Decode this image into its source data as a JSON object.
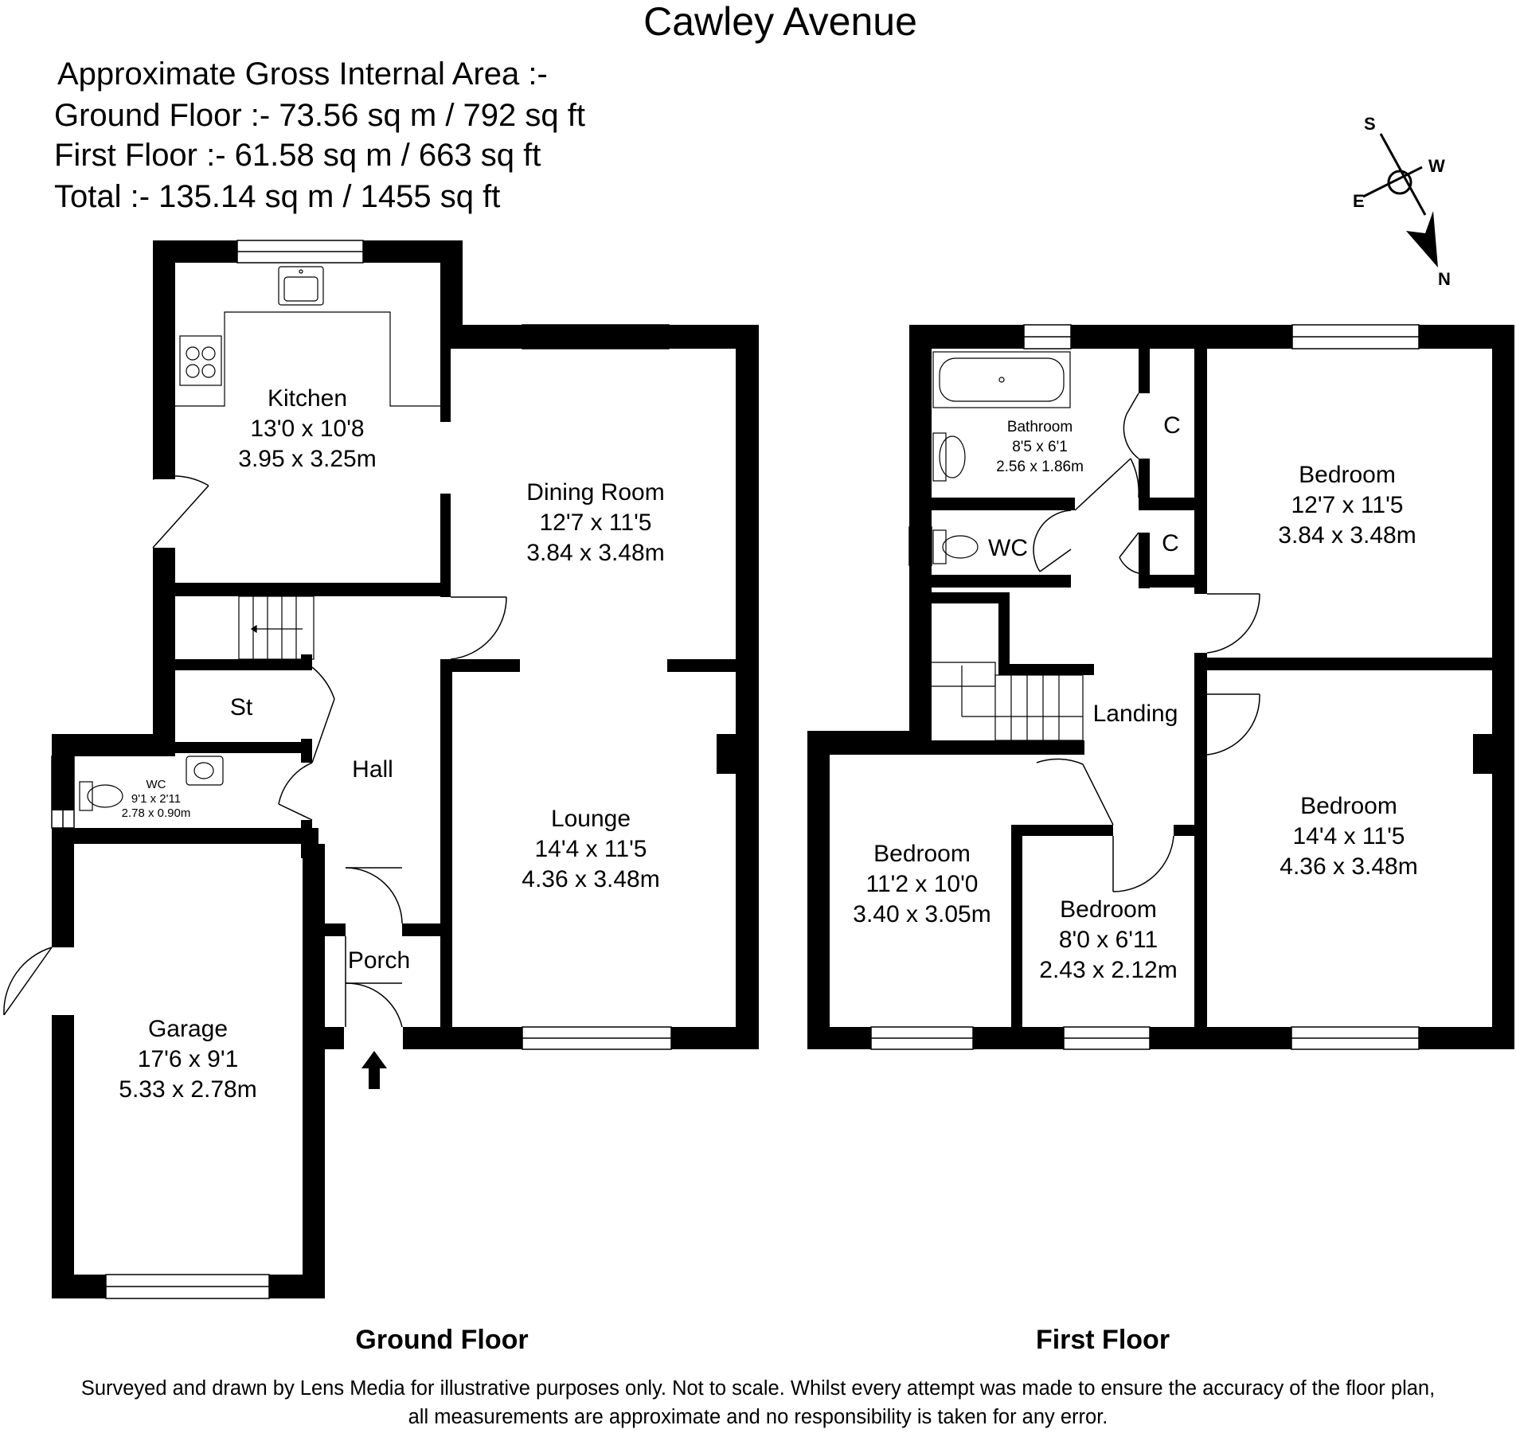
{
  "title": "Cawley Avenue",
  "area": {
    "heading": "Approximate Gross Internal Area :-",
    "ground": "Ground Floor :- 73.56 sq m / 792 sq ft",
    "first": "First Floor :- 61.58 sq m / 663 sq ft",
    "total": "Total :- 135.14 sq m / 1455 sq ft"
  },
  "compass": {
    "s": "S",
    "w": "W",
    "e": "E",
    "n": "N"
  },
  "ground_floor": {
    "label": "Ground Floor",
    "kitchen": {
      "name": "Kitchen",
      "imperial": "13'0 x 10'8",
      "metric": "3.95 x 3.25m"
    },
    "dining": {
      "name": "Dining Room",
      "imperial": "12'7 x 11'5",
      "metric": "3.84 x 3.48m"
    },
    "lounge": {
      "name": "Lounge",
      "imperial": "14'4 x 11'5",
      "metric": "4.36 x 3.48m"
    },
    "st": {
      "name": "St"
    },
    "hall": {
      "name": "Hall"
    },
    "wc": {
      "name": "WC",
      "imperial": "9'1 x 2'11",
      "metric": "2.78 x 0.90m"
    },
    "porch": {
      "name": "Porch"
    },
    "garage": {
      "name": "Garage",
      "imperial": "17'6 x 9'1",
      "metric": "5.33 x 2.78m"
    }
  },
  "first_floor": {
    "label": "First Floor",
    "bathroom": {
      "name": "Bathroom",
      "imperial": "8'5 x 6'1",
      "metric": "2.56 x 1.86m"
    },
    "cupboard1": {
      "name": "C"
    },
    "cupboard2": {
      "name": "C"
    },
    "wc": {
      "name": "WC"
    },
    "landing": {
      "name": "Landing"
    },
    "bedroom_tr": {
      "name": "Bedroom",
      "imperial": "12'7 x 11'5",
      "metric": "3.84 x 3.48m"
    },
    "bedroom_br": {
      "name": "Bedroom",
      "imperial": "14'4 x 11'5",
      "metric": "4.36 x 3.48m"
    },
    "bedroom_l": {
      "name": "Bedroom",
      "imperial": "11'2 x 10'0",
      "metric": "3.40 x 3.05m"
    },
    "bedroom_s": {
      "name": "Bedroom",
      "imperial": "8'0 x 6'11",
      "metric": "2.43 x 2.12m"
    }
  },
  "disclaimer": {
    "line1": "Surveyed and drawn by Lens Media for illustrative purposes only. Not to scale. Whilst every attempt was made to ensure the accuracy of the floor plan,",
    "line2": "all measurements are approximate and no responsibility is taken for any error."
  }
}
